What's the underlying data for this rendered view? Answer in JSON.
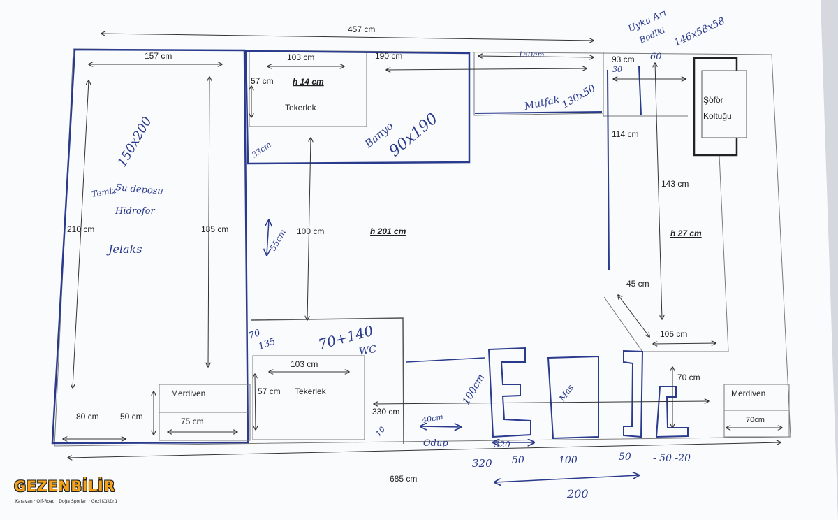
{
  "labels": {
    "top_total": "457 cm",
    "bottom_total": "685 cm",
    "top_157": "157 cm",
    "left_210": "210 cm",
    "left_185": "185 cm",
    "top_103": "103 cm",
    "top_57": "57 cm",
    "top_h14": "h 14 cm",
    "top_tekerlek": "Tekerlek",
    "top_190": "190 cm",
    "right_93": "93 cm",
    "sofor_1": "Şöför",
    "sofor_2": "Koltuğu",
    "right_114": "114 cm",
    "right_143": "143 cm",
    "right_h27": "h 27 cm",
    "right_45": "45 cm",
    "right_105": "105 cm",
    "right_70": "70 cm",
    "mid_100": "100 cm",
    "mid_h201": "h 201 cm",
    "bot_103": "103 cm",
    "bot_57": "57 cm",
    "bot_tekerlek": "Tekerlek",
    "bot_330": "330 cm",
    "merdiven_left": "Merdiven",
    "left_80": "80 cm",
    "left_50": "50 cm",
    "left_75": "75 cm",
    "merdiven_right": "Merdiven",
    "right_70b": "70cm"
  },
  "handwritten": {
    "uyku_1": "Uyku Arı",
    "uyku_2": "Bodlki",
    "uyku_dims": "146x58x58",
    "mutfak": "Mutfak",
    "mutfak_dims": "130x50",
    "num_60": "60",
    "num_30": "30",
    "width_label": "150cm",
    "bed_dims": "150x200",
    "left_note_1": "Temiz",
    "left_note_2": "Su deposu",
    "left_note_3": "Hidrofor",
    "left_note_4": "Jelaks",
    "banyo": "Banyo",
    "banyo_dims": "90x190",
    "num_33": "33cm",
    "num_55": "55cm",
    "wc_dims": "70+140",
    "wc": "WC",
    "num_70": "70",
    "num_135": "135",
    "num_100c": "100cm",
    "num_40": "40cm",
    "odup": "Odup",
    "num_10": "10",
    "mas": "Mas",
    "bottom_320": "320",
    "bottom_50a": "50",
    "bottom_100": "100",
    "bottom_50b": "50",
    "bottom_50c": "- 50 -20",
    "bottom_200": "200",
    "bottom_320b": "- 320 -"
  },
  "brand": {
    "name": "GEZENBİLİR",
    "tagline": "Karavan · Off-Road · Doğa Sporları · Gezi Kültürü"
  }
}
